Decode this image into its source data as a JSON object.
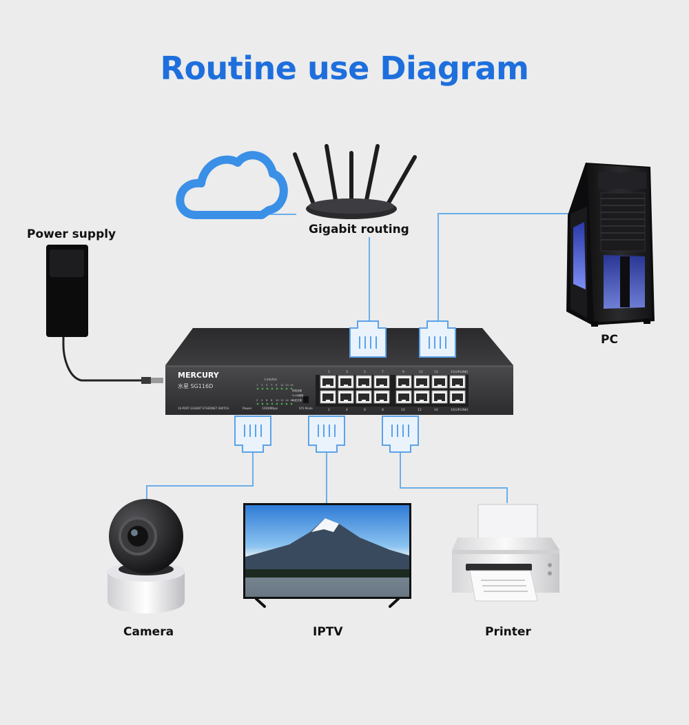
{
  "title": "Routine use Diagram",
  "labels": {
    "power_supply": "Power supply",
    "gigabit_routing": "Gigabit routing",
    "pc": "PC",
    "camera": "Camera",
    "iptv": "IPTV",
    "printer": "Printer"
  },
  "switch": {
    "brand": "MERCURY",
    "model": "水星 SG116D",
    "subtitle": "16-PORT GIGABIT ETHERNET SWITCH",
    "link_act": "Link/Act",
    "power": "Power",
    "speed": "1000Mbps",
    "sys_mode": "SYS Mode",
    "mode_options": [
      "网络克隆",
      "VLAN隔离",
      "标准交换"
    ],
    "port_numbers_top": [
      "1",
      "3",
      "5",
      "7",
      "9",
      "11",
      "13",
      "15(UPLINK)"
    ],
    "port_numbers_bottom": [
      "2",
      "4",
      "6",
      "8",
      "10",
      "12",
      "14",
      "16(UPLINK)"
    ],
    "led_numbers_top": [
      "1",
      "3",
      "5",
      "7",
      "9",
      "11",
      "13",
      "15"
    ],
    "led_numbers_bottom": [
      "2",
      "4",
      "6",
      "8",
      "10",
      "12",
      "14",
      "16"
    ]
  },
  "colors": {
    "title": "#1e6fdd",
    "link_line": "#6aaeea",
    "cloud": "#3a8fe6",
    "switch_body": "#3a3a3c",
    "background": "#ececec"
  },
  "icons": [
    "cloud-icon",
    "router-icon",
    "pc-tower-icon",
    "power-adapter-icon",
    "rj45-connector-icon",
    "camera-icon",
    "tv-icon",
    "printer-icon"
  ]
}
